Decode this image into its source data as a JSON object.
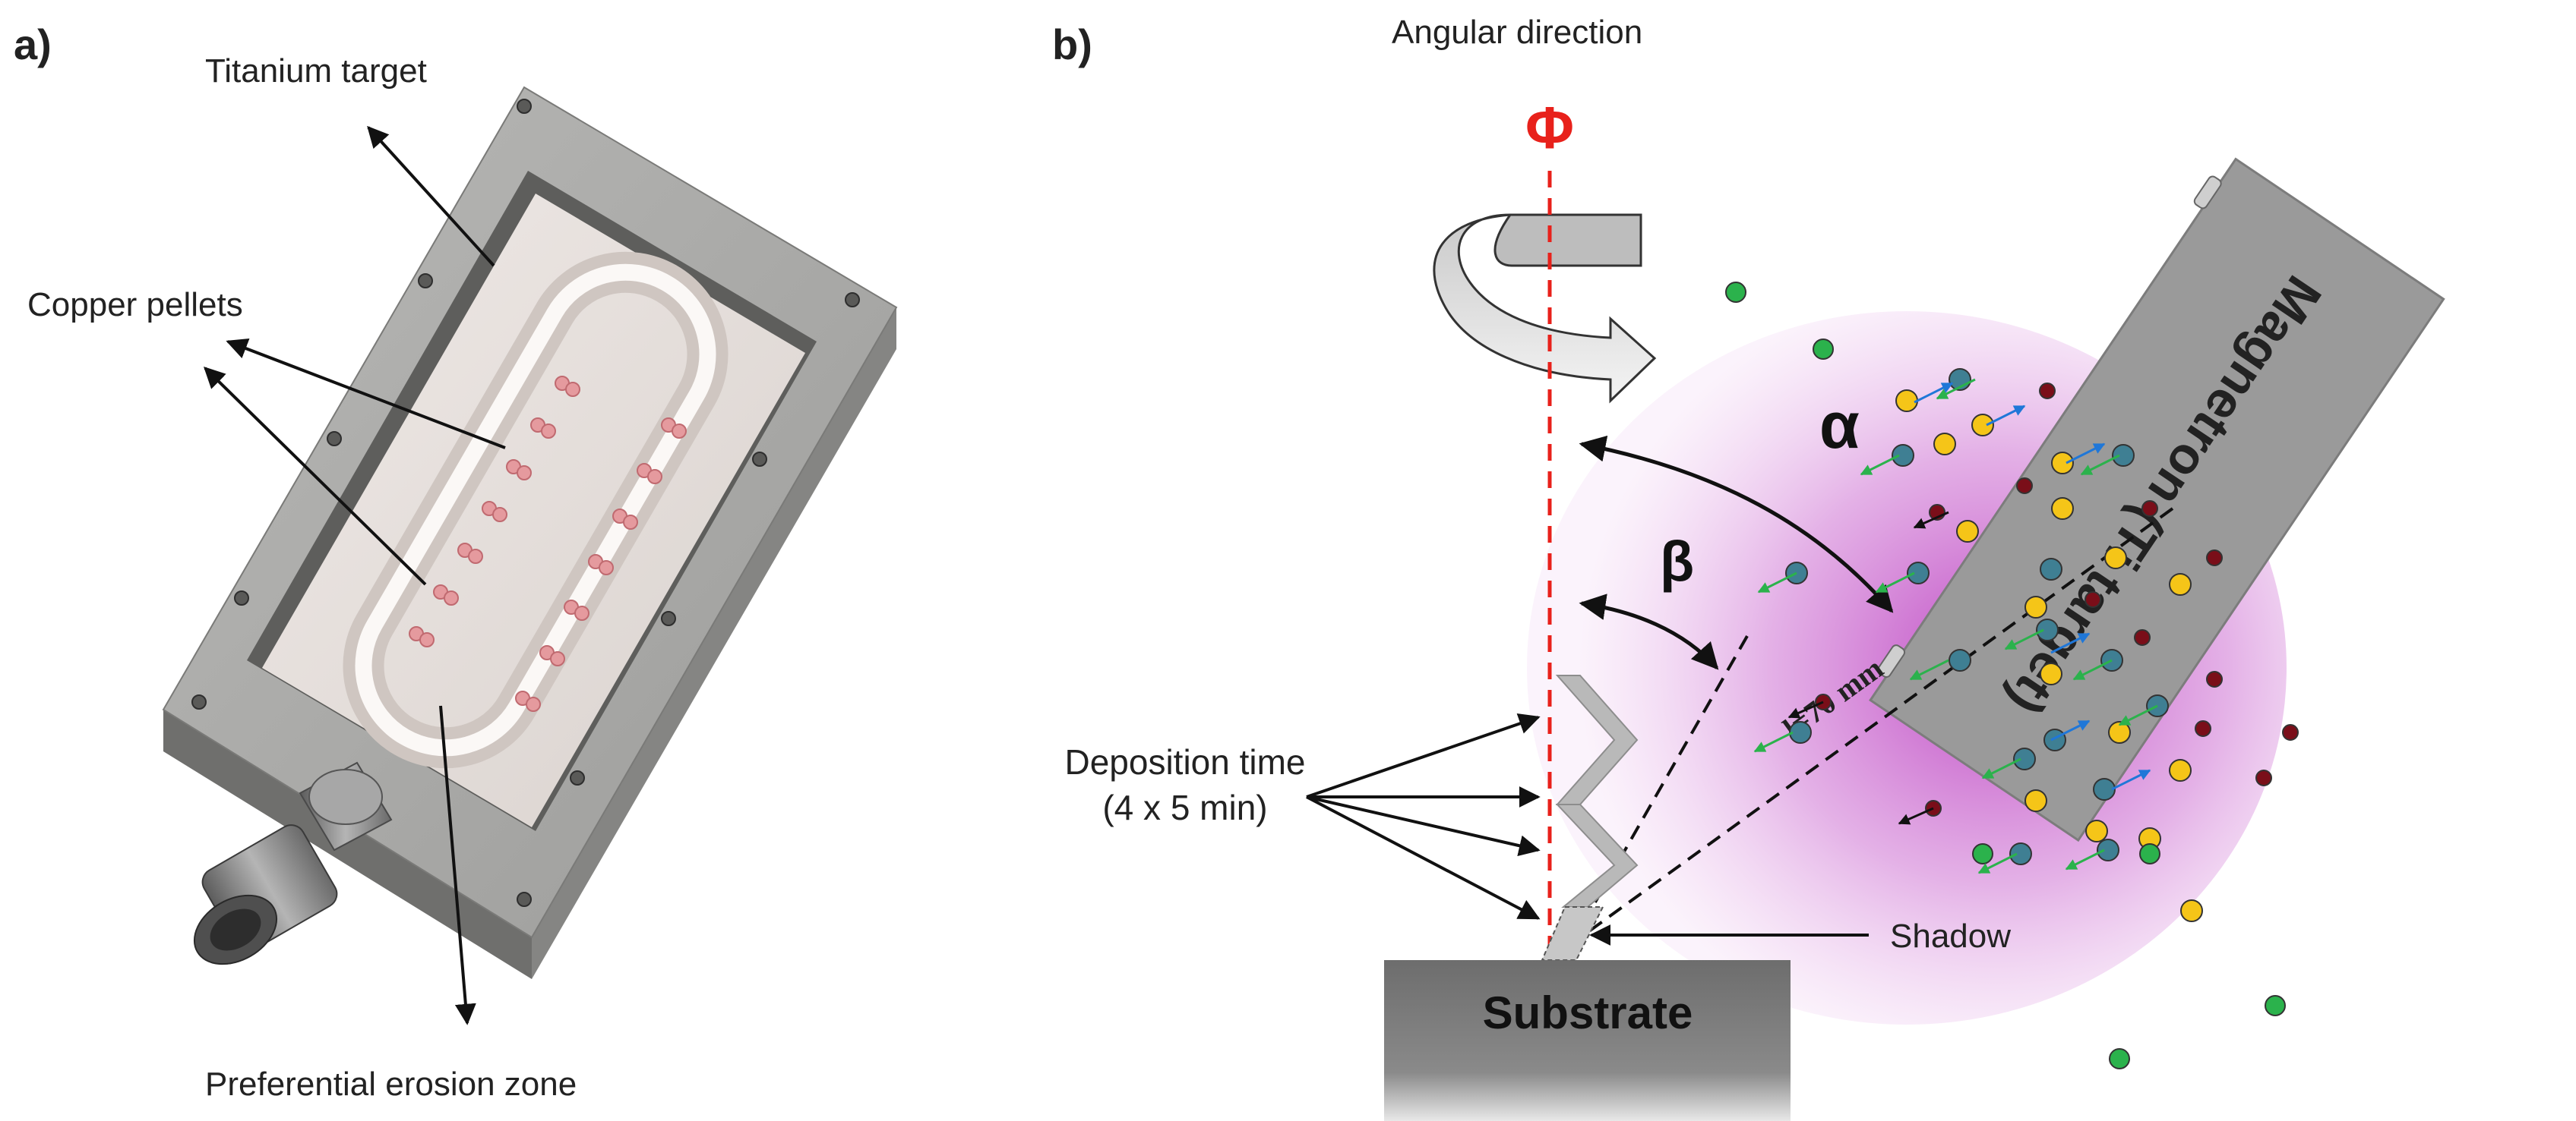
{
  "panel_a": {
    "panel_label": "a)",
    "titanium_target_label": "Titanium target",
    "copper_pellets_label": "Copper pellets",
    "erosion_zone_label": "Preferential erosion zone"
  },
  "panel_b": {
    "panel_label": "b)",
    "angular_direction_label": "Angular direction",
    "phi_symbol": "Φ",
    "alpha_symbol": "α",
    "beta_symbol": "β",
    "distance_label": "l=70 mm",
    "magnetron_label": "Magnetron (Ti target)",
    "deposition_time_line1": "Deposition time",
    "deposition_time_line2": "(4 x 5 min)",
    "shadow_label": "Shadow",
    "substrate_label": "Substrate"
  },
  "colors": {
    "phi_axis": "#e8211b",
    "plasma": "#c14fc6",
    "ti_particle": "#f5c518",
    "cu_particle": "#3f7f93",
    "neutral_particle": "#2bb24c",
    "ion_particle": "#7a0e19",
    "arrow_blue": "#1f77d8",
    "arrow_green": "#2bb24c",
    "steel": "#9a9a9a"
  }
}
